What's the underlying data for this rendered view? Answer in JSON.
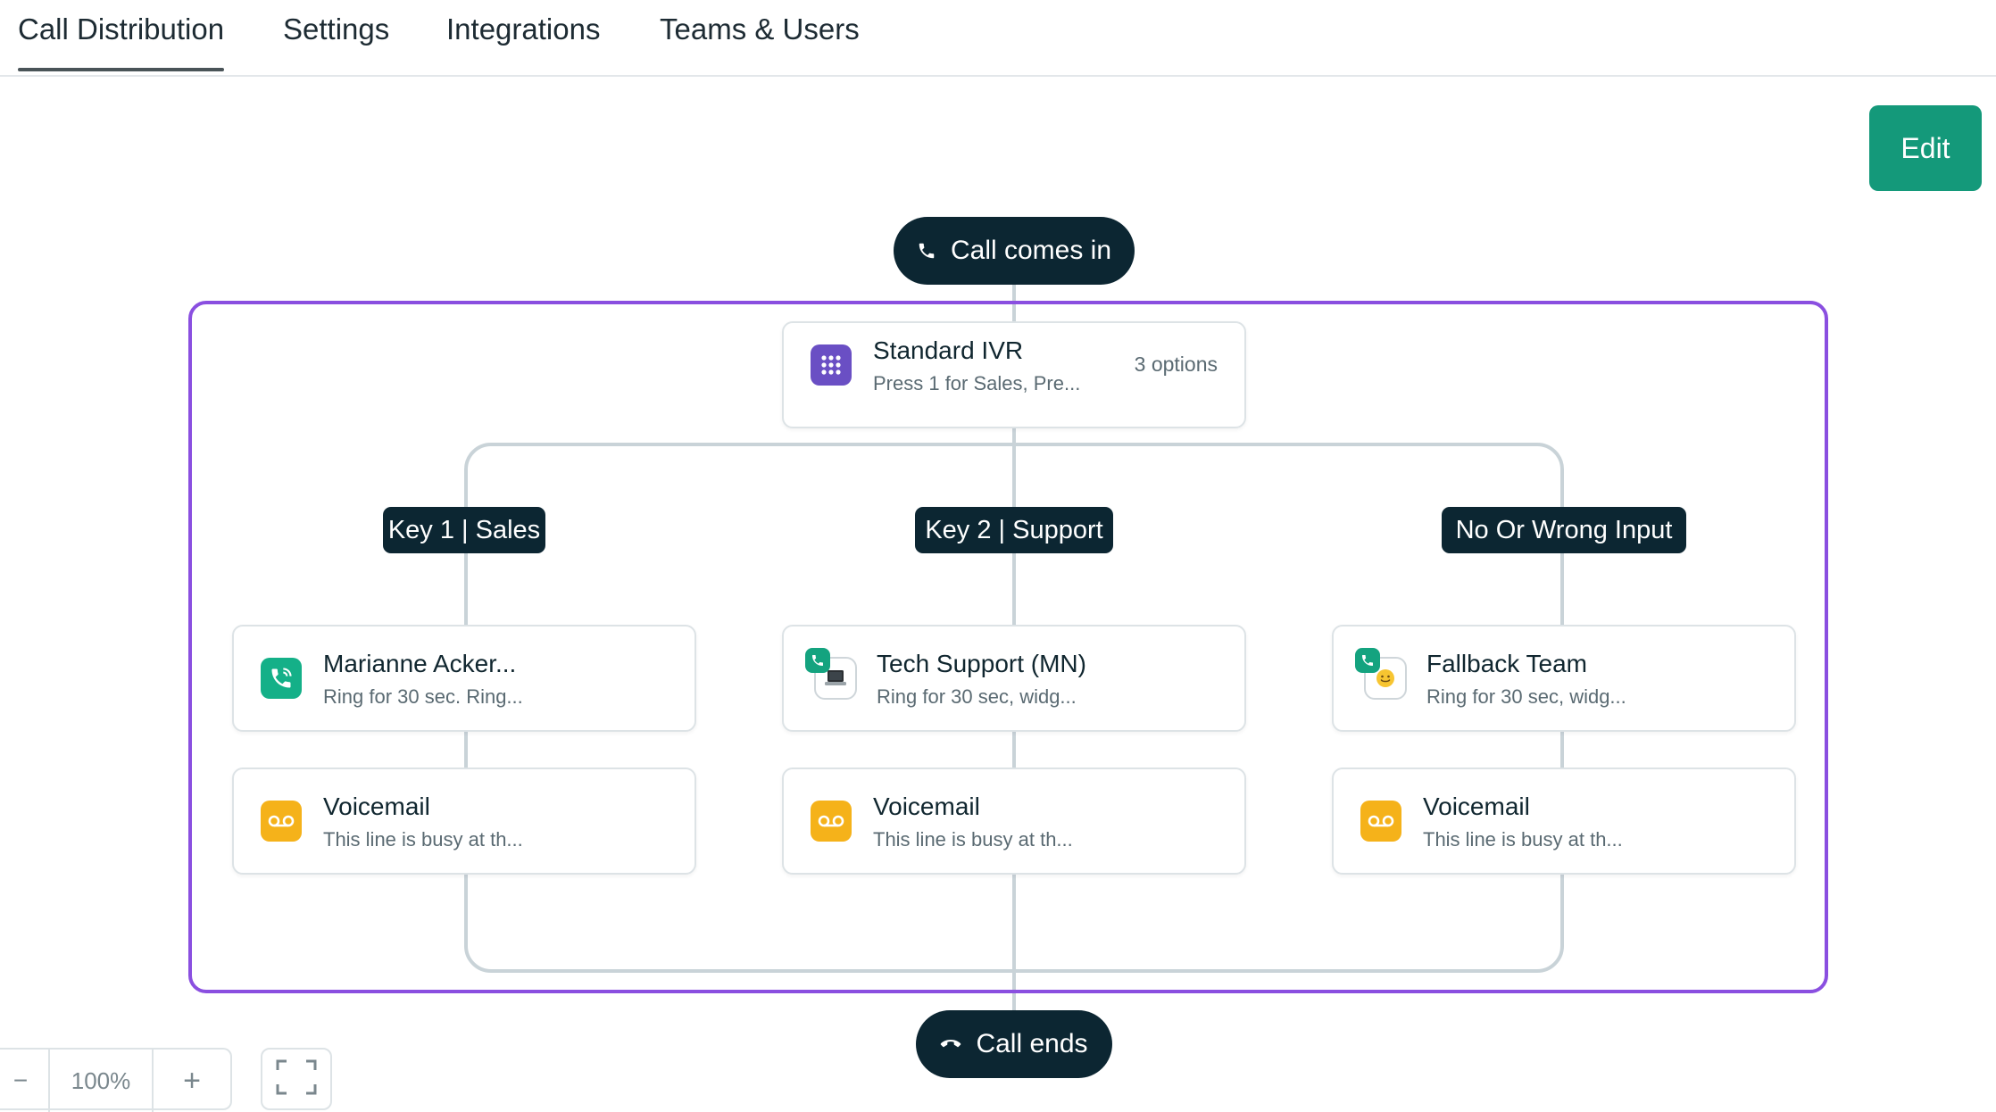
{
  "tabs": [
    {
      "label": "Call Distribution",
      "active": true
    },
    {
      "label": "Settings",
      "active": false
    },
    {
      "label": "Integrations",
      "active": false
    },
    {
      "label": "Teams & Users",
      "active": false
    }
  ],
  "edit_button": {
    "label": "Edit"
  },
  "flow": {
    "start": {
      "label": "Call comes in",
      "icon": "phone-icon"
    },
    "end": {
      "label": "Call ends",
      "icon": "hang-up-icon"
    },
    "ivr": {
      "title": "Standard IVR",
      "subtitle": "Press 1 for Sales, Pre...",
      "options": "3 options",
      "icon": "keypad-icon",
      "icon_color": "#6a4fc4"
    },
    "branches": [
      {
        "key_label": "Key 1 | Sales",
        "target": {
          "title": "Marianne Acker...",
          "subtitle": "Ring for 30 sec. Ring...",
          "icon": "phone-ring-icon"
        },
        "fallback": {
          "title": "Voicemail",
          "subtitle": "This line is busy at th...",
          "icon": "voicemail-icon"
        }
      },
      {
        "key_label": "Key 2 | Support",
        "target": {
          "title": "Tech Support (MN)",
          "subtitle": "Ring for 30 sec, widg...",
          "icon": "laptop-team-icon"
        },
        "fallback": {
          "title": "Voicemail",
          "subtitle": "This line is busy at th...",
          "icon": "voicemail-icon"
        }
      },
      {
        "key_label": "No Or Wrong Input",
        "target": {
          "title": "Fallback Team",
          "subtitle": "Ring for 30 sec, widg...",
          "icon": "smiley-team-icon"
        },
        "fallback": {
          "title": "Voicemail",
          "subtitle": "This line is busy at th...",
          "icon": "voicemail-icon"
        }
      }
    ]
  },
  "zoom": {
    "level": "100%",
    "minus": "−",
    "plus": "+"
  },
  "colors": {
    "accent_green": "#14997a",
    "ivr_border": "#8a4fe0",
    "dark_pill": "#0c2632",
    "voicemail_yellow": "#f5b21a"
  }
}
